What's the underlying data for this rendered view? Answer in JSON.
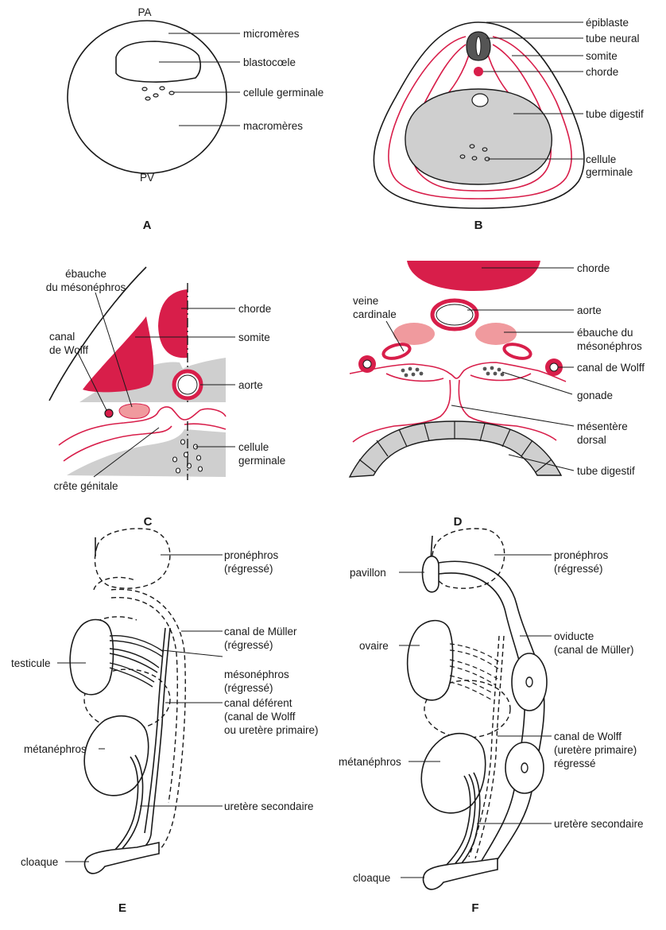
{
  "colors": {
    "tissue_red": "#d81e4a",
    "tissue_pink": "#f09a9e",
    "gut_gray": "#cfcfcf",
    "line": "#1a1a1a"
  },
  "panelA": {
    "letter": "A",
    "pa": "PA",
    "pv": "PV",
    "labels": {
      "micromeres": "micromères",
      "blastocoel": "blastocœle",
      "germ_cell": "cellule germinale",
      "macromeres": "macromères"
    }
  },
  "panelB": {
    "letter": "B",
    "labels": {
      "epiblast": "épiblaste",
      "neural_tube": "tube neural",
      "somite": "somite",
      "notochord": "chorde",
      "gut": "tube digestif",
      "germ_cell_1": "cellule",
      "germ_cell_2": "germinale"
    }
  },
  "panelC": {
    "letter": "C",
    "labels": {
      "meso_1": "ébauche",
      "meso_2": "du mésonéphros",
      "notochord": "chorde",
      "somite": "somite",
      "wolff_1": "canal",
      "wolff_2": "de Wolff",
      "aorta": "aorte",
      "germ_1": "cellule",
      "germ_2": "germinale",
      "genital_ridge": "crête génitale"
    }
  },
  "panelD": {
    "letter": "D",
    "labels": {
      "notochord": "chorde",
      "aorta": "aorte",
      "vein_1": "veine",
      "vein_2": "cardinale",
      "meso_1": "ébauche du",
      "meso_2": "mésonéphros",
      "wolff": "canal de Wolff",
      "gonad": "gonade",
      "mesentery_1": "mésentère",
      "mesentery_2": "dorsal",
      "gut": "tube digestif"
    }
  },
  "panelE": {
    "letter": "E",
    "labels": {
      "pro_1": "pronéphros",
      "pro_2": "(régressé)",
      "muller_1": "canal de Müller",
      "muller_2": "(régressé)",
      "meso_1": "mésonéphros",
      "meso_2": "(régressé)",
      "testis": "testicule",
      "vas_1": "canal déférent",
      "vas_2": "(canal de Wolff",
      "vas_3": "ou uretère primaire)",
      "metanephros": "métanéphros",
      "ureter": "uretère secondaire",
      "cloaca": "cloaque"
    }
  },
  "panelF": {
    "letter": "F",
    "labels": {
      "pro_1": "pronéphros",
      "pro_2": "(régressé)",
      "pavilion": "pavillon",
      "ovary": "ovaire",
      "oviduct_1": "oviducte",
      "oviduct_2": "(canal de Müller)",
      "wolff_1": "canal de Wolff",
      "wolff_2": "(uretère primaire)",
      "wolff_3": "régressé",
      "metanephros": "métanéphros",
      "ureter": "uretère secondaire",
      "cloaca": "cloaque"
    }
  }
}
